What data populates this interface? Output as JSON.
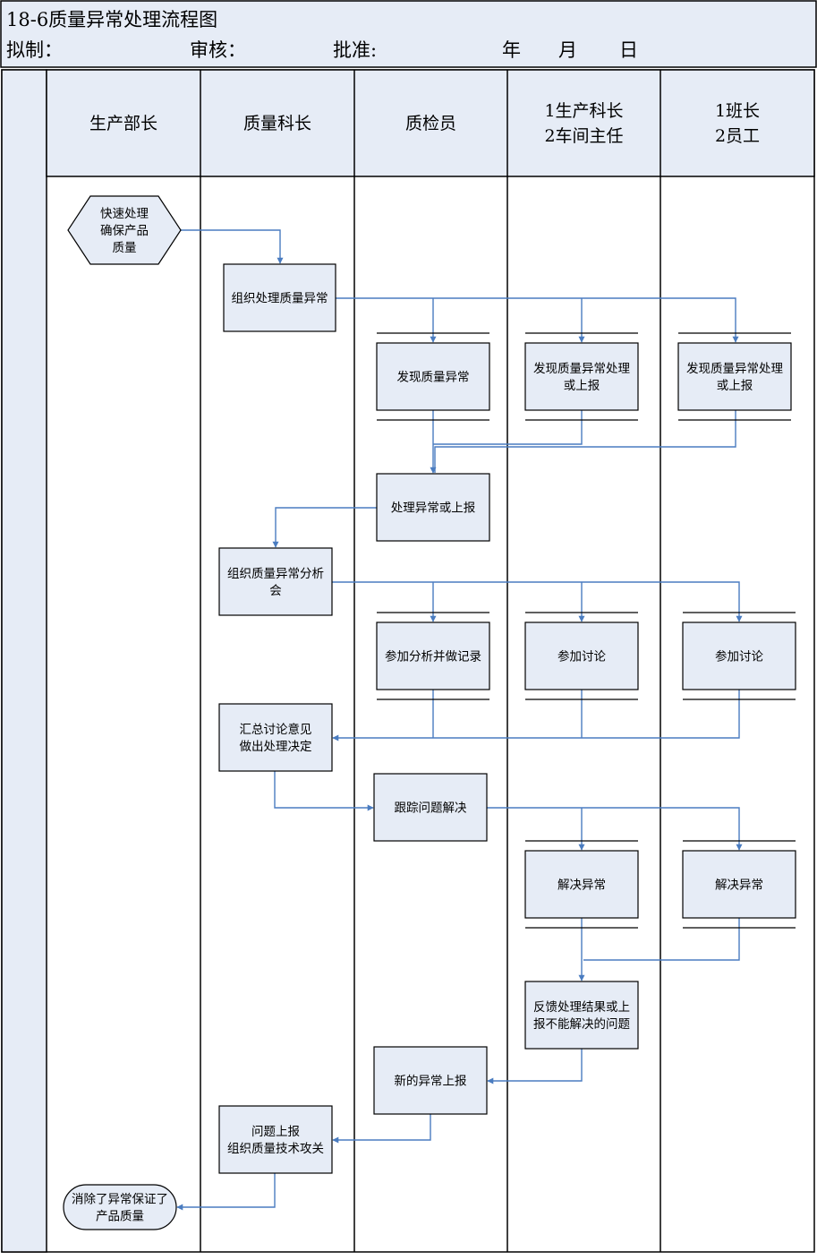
{
  "header": {
    "title": "18-6质量异常处理流程图",
    "drafted_label": "拟制：",
    "reviewed_label": "审核：",
    "approved_label": "批准:",
    "year_label": "年",
    "month_label": "月",
    "day_label": "日"
  },
  "lanes": [
    {
      "id": "lane-production-minister",
      "lines": [
        "生产部长"
      ]
    },
    {
      "id": "lane-quality-chief",
      "lines": [
        "质量科长"
      ]
    },
    {
      "id": "lane-inspector",
      "lines": [
        "质检员"
      ]
    },
    {
      "id": "lane-production-section",
      "lines": [
        "1生产科长",
        "2车间主任"
      ]
    },
    {
      "id": "lane-team-leader",
      "lines": [
        "1班长",
        "2员工"
      ]
    }
  ],
  "nodes": [
    {
      "id": "n-quick-handle",
      "shape": "hexagon",
      "lines": [
        "快速处理",
        "确保产品",
        "质量"
      ]
    },
    {
      "id": "n-organize-handle",
      "shape": "rect",
      "lines": [
        "组织处理质量异常"
      ]
    },
    {
      "id": "n-discover-inspector",
      "shape": "rect-bar",
      "lines": [
        "发现质量异常"
      ]
    },
    {
      "id": "n-discover-section",
      "shape": "rect-bar",
      "lines": [
        "发现质量异常处理",
        "或上报"
      ]
    },
    {
      "id": "n-discover-team",
      "shape": "rect-bar",
      "lines": [
        "发现质量异常处理",
        "或上报"
      ]
    },
    {
      "id": "n-handle-report",
      "shape": "rect",
      "lines": [
        "处理异常或上报"
      ]
    },
    {
      "id": "n-analysis-meeting",
      "shape": "rect",
      "lines": [
        "组织质量异常分析",
        "会"
      ]
    },
    {
      "id": "n-join-record",
      "shape": "rect-bar",
      "lines": [
        "参加分析并做记录"
      ]
    },
    {
      "id": "n-join-discuss-section",
      "shape": "rect-bar",
      "lines": [
        "参加讨论"
      ]
    },
    {
      "id": "n-join-discuss-team",
      "shape": "rect-bar",
      "lines": [
        "参加讨论"
      ]
    },
    {
      "id": "n-summarize",
      "shape": "rect",
      "lines": [
        "汇总讨论意见",
        "做出处理决定"
      ]
    },
    {
      "id": "n-track",
      "shape": "rect",
      "lines": [
        "跟踪问题解决"
      ]
    },
    {
      "id": "n-resolve-section",
      "shape": "rect-bar",
      "lines": [
        "解决异常"
      ]
    },
    {
      "id": "n-resolve-team",
      "shape": "rect-bar",
      "lines": [
        "解决异常"
      ]
    },
    {
      "id": "n-feedback",
      "shape": "rect",
      "lines": [
        "反馈处理结果或上",
        "报不能解决的问题"
      ]
    },
    {
      "id": "n-new-report",
      "shape": "rect",
      "lines": [
        "新的异常上报"
      ]
    },
    {
      "id": "n-escalate",
      "shape": "rect",
      "lines": [
        "问题上报",
        "组织质量技术攻关"
      ]
    },
    {
      "id": "n-eliminate",
      "shape": "terminator",
      "lines": [
        "消除了异常保证了",
        "产品质量"
      ]
    }
  ],
  "colors": {
    "box_fill": "#e6ecf6",
    "border": "#000000",
    "arrow": "#4a7cc0"
  }
}
